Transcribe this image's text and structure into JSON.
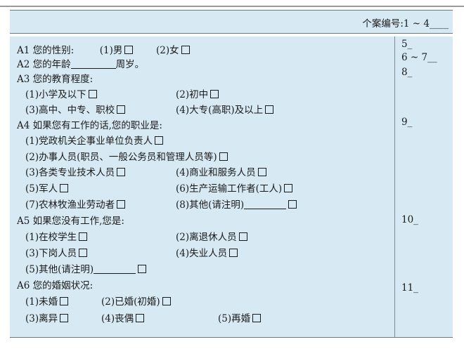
{
  "case_id_label": "个案编号:1 ~ 4____",
  "codes": [
    "5_",
    "6 ~ 7__",
    "8_",
    "9_",
    "10_",
    "11_"
  ],
  "questions": {
    "a1": {
      "label": "A1 您的性别:",
      "opt1": "(1)男",
      "opt2": "(2)女"
    },
    "a2": {
      "prefix": "A2 您的年龄",
      "suffix": "周岁。"
    },
    "a3": {
      "label": "A3 您的教育程度:",
      "opts": [
        "(1)小学及以下",
        "(2)初中",
        "(3)高中、中专、职校",
        "(4)大专(高职)及以上"
      ]
    },
    "a4": {
      "label": "A4 如果您有工作的话,您的职业是:",
      "opts": [
        "(1)党政机关企事业单位负责人",
        "(2)办事人员(职员、一般公务员和管理人员等)",
        "(3)各类专业技术人员",
        "(4)商业和服务人员",
        "(5)军人",
        "(6)生产运输工作者(工人)",
        "(7)农林牧渔业劳动者",
        "(8)其他(请注明)"
      ]
    },
    "a5": {
      "label": "A5 如果您没有工作,您是:",
      "opts": [
        "(1)在校学生",
        "(2)离退休人员",
        "(3)下岗人员",
        "(4)失业人员",
        "(5)其他(请注明)"
      ]
    },
    "a6": {
      "label": "A6 您的婚姻状况:",
      "opts": [
        "(1)未婚",
        "(2)已婚(初婚)",
        "(3)离异",
        "(4)丧偶",
        "(5)再婚"
      ]
    }
  },
  "colors": {
    "panel_bg": "#d7eaf3",
    "rule": "#7d8c92"
  }
}
